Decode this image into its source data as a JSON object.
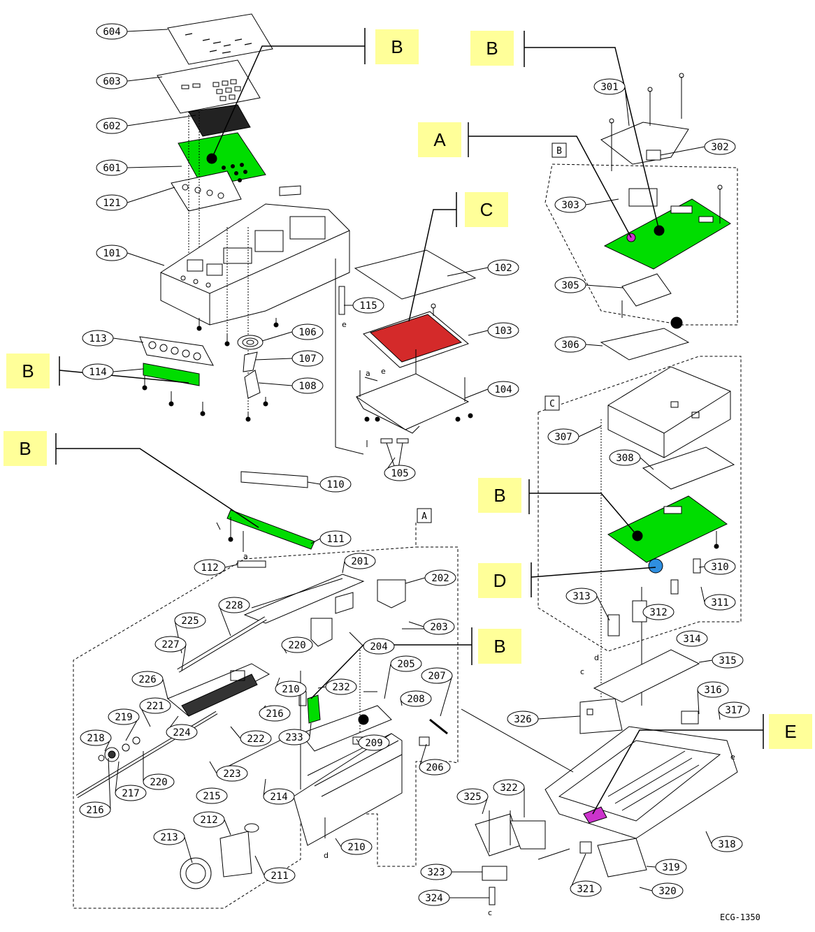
{
  "figure_code": "ECG-1350",
  "colors": {
    "highlight_box": "#ffff99",
    "board_green": "#00dd00",
    "lcd_red": "#d42a2a",
    "marker_magenta": "#cc33cc",
    "marker_blue": "#2f8fe0",
    "line": "#000000"
  },
  "callouts": [
    {
      "id": "c-b1",
      "label": "B"
    },
    {
      "id": "c-b2",
      "label": "B"
    },
    {
      "id": "c-a",
      "label": "A"
    },
    {
      "id": "c-c",
      "label": "C"
    },
    {
      "id": "c-b3",
      "label": "B"
    },
    {
      "id": "c-b4",
      "label": "B"
    },
    {
      "id": "c-b5",
      "label": "B"
    },
    {
      "id": "c-d",
      "label": "D"
    },
    {
      "id": "c-b6",
      "label": "B"
    },
    {
      "id": "c-e",
      "label": "E"
    }
  ],
  "section_labels": [
    "B",
    "C",
    "A"
  ],
  "parts": [
    "604",
    "603",
    "602",
    "601",
    "121",
    "101",
    "113",
    "114",
    "106",
    "107",
    "108",
    "102",
    "103",
    "104",
    "105",
    "115",
    "110",
    "111",
    "112",
    "301",
    "302",
    "303",
    "305",
    "306",
    "307",
    "308",
    "310",
    "311",
    "312",
    "313",
    "314",
    "315",
    "316",
    "317",
    "318",
    "319",
    "320",
    "321",
    "322",
    "323",
    "324",
    "325",
    "326",
    "201",
    "202",
    "203",
    "204",
    "205",
    "206",
    "207",
    "208",
    "209",
    "210",
    "210",
    "211",
    "212",
    "213",
    "214",
    "215",
    "216",
    "216",
    "217",
    "218",
    "219",
    "220",
    "220",
    "221",
    "222",
    "223",
    "224",
    "225",
    "226",
    "227",
    "228",
    "232",
    "233"
  ],
  "arrow_letters": [
    "a",
    "a",
    "e",
    "e",
    "c",
    "c",
    "d",
    "d",
    "e"
  ]
}
